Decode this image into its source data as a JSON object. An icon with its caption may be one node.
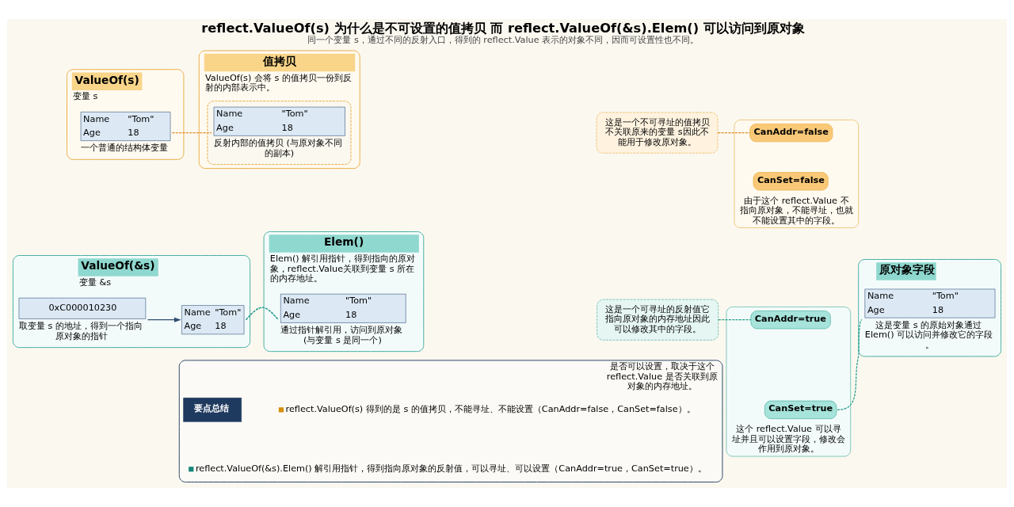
{
  "diagram": {
    "title": "reflect.ValueOf(s) 为什么是不可设置的值拷贝 而 reflect.ValueOf(&s).Elem() 可以访问到原对象",
    "caption": "同一个变量 s，通过不同的反射入口，得到的 reflect.Value 表示的对象不同，因而可设置性也不同。",
    "nodes": [
      {
        "text": [
          "ValueOf(s)",
          "变量 s"
        ]
      },
      {
        "text": [
          "Name",
          "\"Tom\"",
          "Age",
          "18"
        ],
        "in": 0,
        "beside": [
          "一个普通的结构体变量"
        ]
      },
      {
        "text": [
          "值拷贝",
          "ValueOf(s) 会将 s 的值拷贝一份到反射的内部表示中。"
        ]
      },
      {
        "text": [],
        "shape": "box",
        "in": 2
      },
      {
        "text": [
          "Name",
          "\"Tom\"",
          "Age",
          "18"
        ],
        "in": 3,
        "beside": [
          "反射内部的值拷贝 (与原对象不同的副本)"
        ]
      },
      {
        "text": [
          "这是一个不可寻址的值拷贝不关联原来的变量 s因此不能用于修改原对象。"
        ]
      },
      {
        "text": [
          "由于这个 reflect.Value 不指向原对象，不能寻址，也就不能设置其中的字段。"
        ]
      },
      {
        "text": [
          "CanAddr=false"
        ],
        "in": 6
      },
      {
        "text": [
          "CanSet=false"
        ],
        "in": 6
      },
      {
        "text": [
          "ValueOf(&s)",
          "变量 &s"
        ]
      },
      {
        "text": [
          "0xC000010230"
        ],
        "in": 9,
        "beside": [
          "取变量 s 的地址，得到一个指向原对象的指针"
        ]
      },
      {
        "text": [
          "Name",
          "\"Tom\"",
          "Age",
          "18"
        ],
        "in": 9
      },
      {
        "text": [
          "Elem()",
          "Elem() 解引用指针，得到指向的原对象，reflect.Value关联到变量 s 所在的内存地址。"
        ]
      },
      {
        "text": [
          "Name",
          "\"Tom\"",
          "Age",
          "18"
        ],
        "in": 12,
        "beside": [
          "通过指针解引用，访问到原对象 (与变量 s 是同一个)"
        ]
      },
      {
        "text": [
          "这是一个可寻址的反射值它指向原对象的内存地址因此可以修改其中的字段。"
        ]
      },
      {
        "text": [
          "这个 reflect.Value 可以寻址并且可以设置字段，修改会作用到原对象。"
        ]
      },
      {
        "text": [
          "CanAddr=true"
        ],
        "in": 15
      },
      {
        "text": [
          "CanSet=true"
        ],
        "in": 15
      },
      {
        "text": [
          "原对象字段"
        ]
      },
      {
        "text": [
          "Name",
          "\"Tom\"",
          "Age",
          "18"
        ],
        "in": 18,
        "beside": [
          "这是变量 s 的原始对象通过 Elem() 可以访问并修改它的字段。"
        ]
      },
      {
        "text": [
          "是否可以设置，取决于这个 reflect.Value 是否关联到原对象的内存地址。"
        ]
      },
      {
        "text": [
          "要点总结"
        ],
        "in": 20
      }
    ],
    "edges": [
      {
        "from": 1,
        "to": 4,
        "arrow": "none",
        "style": "dashed",
        "color": "#e0902a"
      },
      {
        "from": 5,
        "to": 7,
        "arrow": "none",
        "style": "dashed",
        "color": "#e0902a"
      },
      {
        "from": 10,
        "to": 11,
        "arrow": "to",
        "color": "#2f4d73"
      },
      {
        "from": 11,
        "to": 13,
        "arrow": "none",
        "style": "dashed",
        "color": "#2a9d8f"
      },
      {
        "from": 14,
        "to": 16,
        "arrow": "none",
        "style": "dashed",
        "color": "#2a9d8f"
      },
      {
        "from": 17,
        "to": 19,
        "arrow": "none",
        "style": "dashed",
        "color": "#2a9d8f"
      }
    ],
    "legend": [
      {
        "text": "reflect.ValueOf(s) 得到的是 s 的值拷贝，不能寻址、不能设置（CanAddr=false，CanSet=false）。",
        "color": "#d4900f"
      },
      {
        "text": "reflect.ValueOf(&s).Elem() 解引用指针，得到指向原对象的反射值，可以寻址、可以设置（CanAddr=true，CanSet=true）。",
        "color": "#17877a"
      }
    ]
  }
}
